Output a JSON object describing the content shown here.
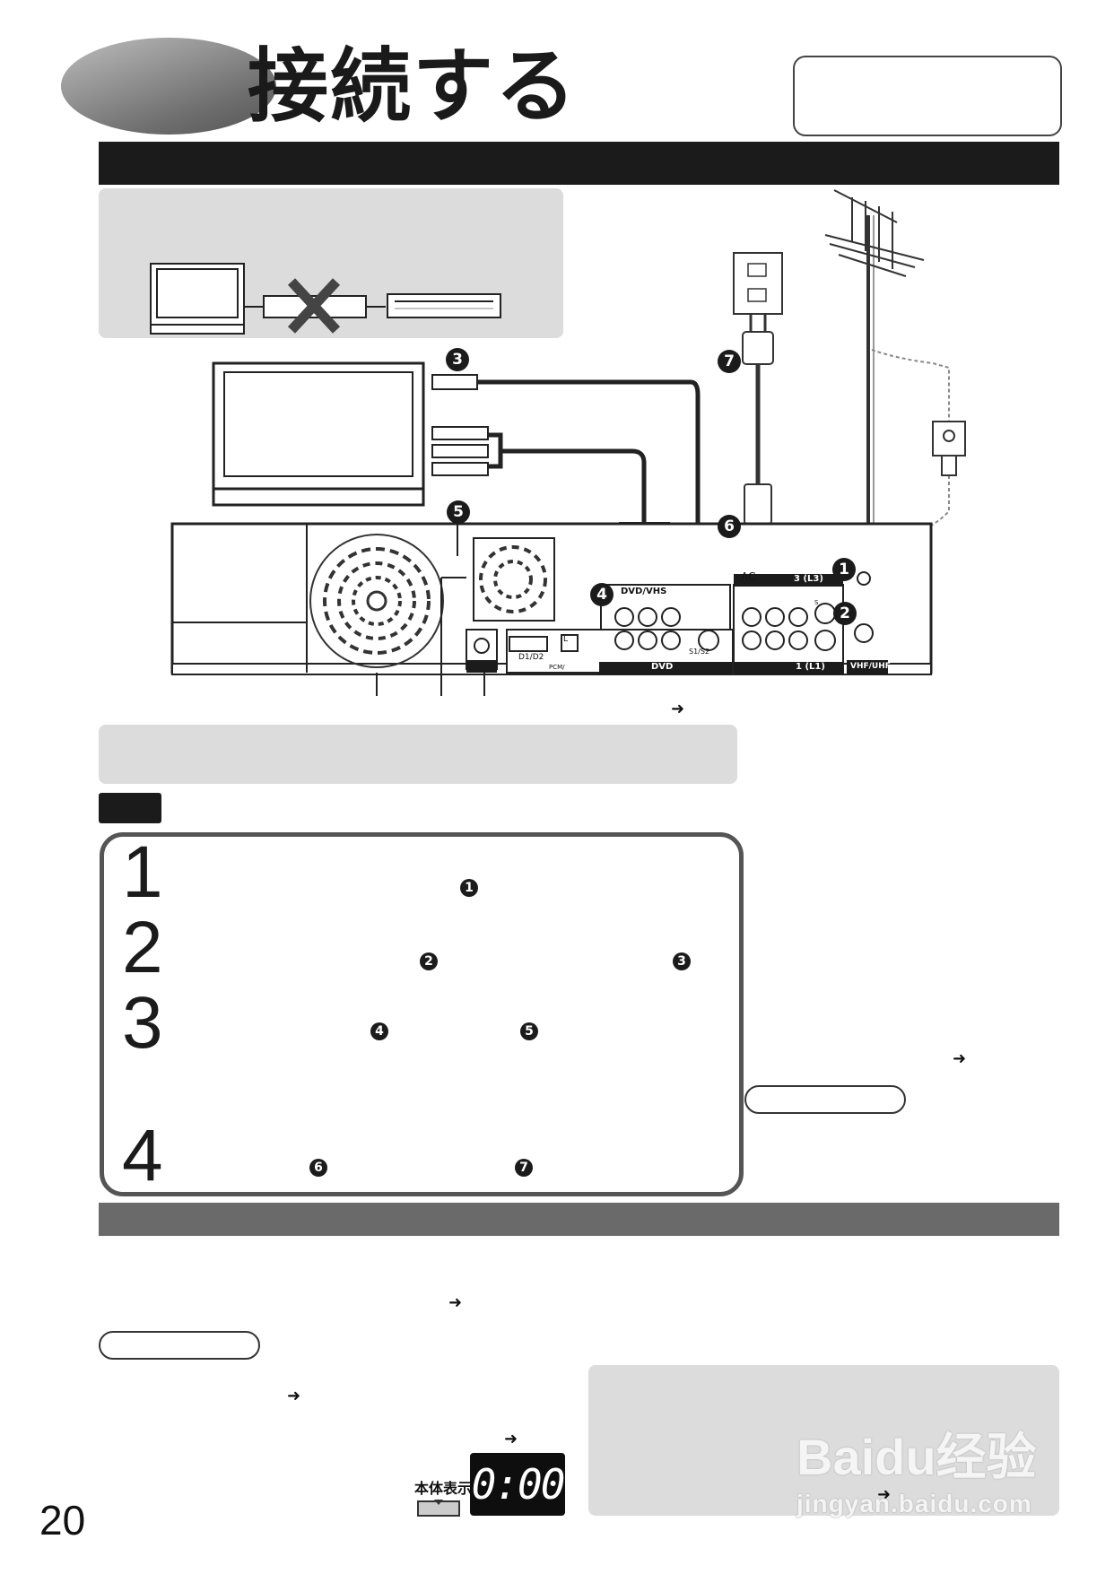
{
  "header": {
    "title": "接続する"
  },
  "diagram": {
    "callouts": [
      "1",
      "2",
      "3",
      "4",
      "5",
      "6",
      "7"
    ],
    "labels": {
      "ac": "AC",
      "ch3": "3 (L3)",
      "ch1": "1 (L1)",
      "dvd_vhs": "DVD/VHS",
      "dvd": "DVD",
      "vhf_uhf": "VHF/UHF",
      "d1d2": "D1/D2",
      "s1s2": "S1/S2",
      "pcm": "PCM/",
      "l": "L",
      "s_small": "S"
    }
  },
  "steps": [
    {
      "num": "1",
      "refs": [
        "1"
      ]
    },
    {
      "num": "2",
      "refs": [
        "2",
        "3"
      ]
    },
    {
      "num": "3",
      "refs": [
        "4",
        "5"
      ]
    },
    {
      "num": "4",
      "refs": [
        "6",
        "7"
      ]
    }
  ],
  "display": {
    "label": "本体表示窓",
    "value": "0:00"
  },
  "footer": {
    "page_number": "20"
  },
  "watermark": {
    "brand": "Baidu经验",
    "url": "jingyan.baidu.com"
  },
  "icons": {
    "arrow": "arrow-right-icon",
    "tv": "tv-icon",
    "recorder": "recorder-icon",
    "antenna": "antenna-icon",
    "outlet": "outlet-icon"
  }
}
